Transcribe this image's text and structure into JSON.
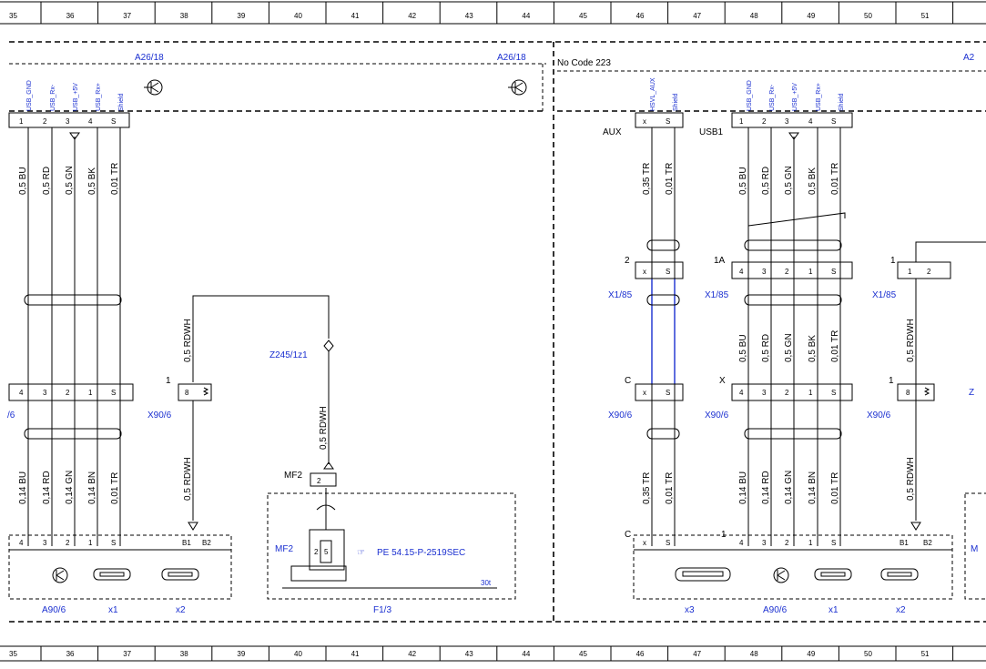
{
  "ruler": [
    "35",
    "36",
    "37",
    "38",
    "39",
    "40",
    "41",
    "42",
    "43",
    "44",
    "45",
    "46",
    "47",
    "48",
    "49",
    "50",
    "51"
  ],
  "blocks": {
    "a26_left": "A26/18",
    "a26_mid": "A26/18",
    "no_code": "No Code 223",
    "a26_right": "A2",
    "z245": "Z245/1z1",
    "mf2_top": "MF2",
    "mf2_fuse": "MF2",
    "pe_ref": "PE 54.15-P-2519SEC",
    "f1_3": "F1/3",
    "fuse_30t": "30t",
    "a90_left": "A90/6",
    "x1_left": "x1",
    "x2_left": "x2",
    "x3_right": "x3",
    "a90_right": "A90/6",
    "x1_right": "x1",
    "x2_right": "x2",
    "aux": "AUX",
    "usb1": "USB1",
    "edge_6": "/6",
    "edge_z": "Z",
    "edge_m": "M"
  },
  "connectors": {
    "x90_6_a": "X90/6",
    "x90_6_b": "X90/6",
    "x90_6_c": "X90/6",
    "x90_6_d": "X90/6",
    "x1_85_a": "X1/85",
    "x1_85_b": "X1/85",
    "x1_85_c": "X1/85"
  },
  "pin_prefix": {
    "p2": "2",
    "p1a": "1A",
    "p1": "1",
    "pc": "C",
    "px": "X",
    "p1x": "1",
    "p1y": "1",
    "pc2": "C",
    "p1z": "1"
  },
  "signals": {
    "usb_gnd": "USB_GND",
    "usb_rxm": "USB_Rx-",
    "usb_5v": "USB_+5V",
    "usb_rxp": "USB_Rx+",
    "shield": "Shield",
    "hsvl_aux": "HSVL_AUX"
  },
  "pins": {
    "n1": "1",
    "n2": "2",
    "n3": "3",
    "n4": "4",
    "s": "S",
    "x": "x",
    "n5": "5",
    "n8": "8",
    "b1": "B1",
    "b2": "B2"
  },
  "wires": {
    "bu05": "0,5 BU",
    "rd05": "0,5 RD",
    "gn05": "0,5 GN",
    "bk05": "0,5 BK",
    "tr001": "0,01 TR",
    "bu014": "0,14 BU",
    "rd014": "0,14 RD",
    "gn014": "0,14 GN",
    "bn014": "0,14 BN",
    "rdwh05": "0,5 RDWH",
    "tr035": "0,35 TR"
  }
}
